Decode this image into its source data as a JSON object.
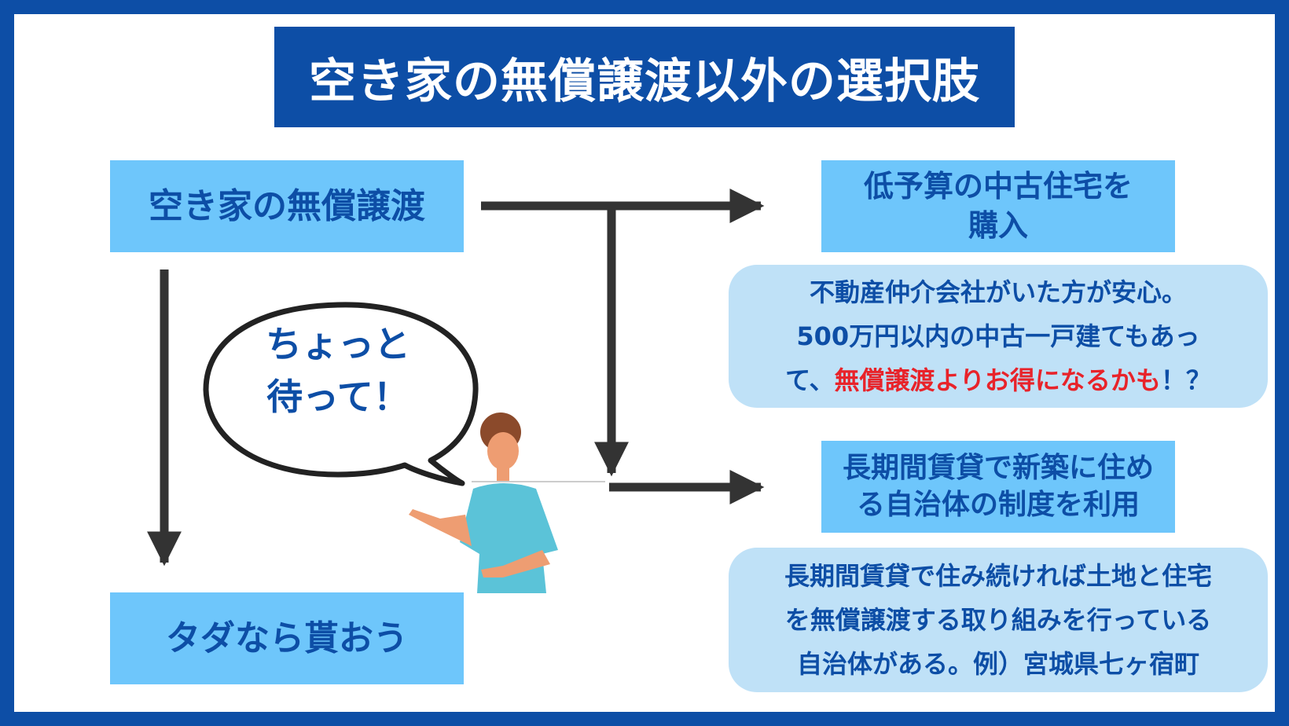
{
  "title": "空き家の無償譲渡以外の選択肢",
  "colors": {
    "brand_blue": "#0d4ea6",
    "box_blue": "#6ec6fb",
    "note_blue": "#bfe1f7",
    "emphasis_red": "#e8232a",
    "arrow": "#333333"
  },
  "nodes": {
    "start": "空き家の無償譲渡",
    "bottom": "タダなら貰おう",
    "option1_lines": [
      "低予算の中古住宅を",
      "購入"
    ],
    "option2_lines": [
      "長期間賃貸で新築に住め",
      "る自治体の制度を利用"
    ]
  },
  "notes": {
    "option1": {
      "line1": "不動産仲介会社がいた方が安心。",
      "line2": "500万円以内の中古一戸建てもあっ",
      "line3_prefix": "て、",
      "line3_emphasis": "無償譲渡よりお得になるかも",
      "line3_suffix": "！？"
    },
    "option2": {
      "line1": "長期間賃貸で住み続ければ土地と住宅",
      "line2": "を無償譲渡する取り組みを行っている",
      "line3": "自治体がある。例）宮城県七ヶ宿町"
    }
  },
  "speech_bubble": {
    "line1": "ちょっと",
    "line2": "待って！"
  },
  "icons": [
    "person-illustration",
    "speech-bubble",
    "arrow-down",
    "arrow-right"
  ]
}
